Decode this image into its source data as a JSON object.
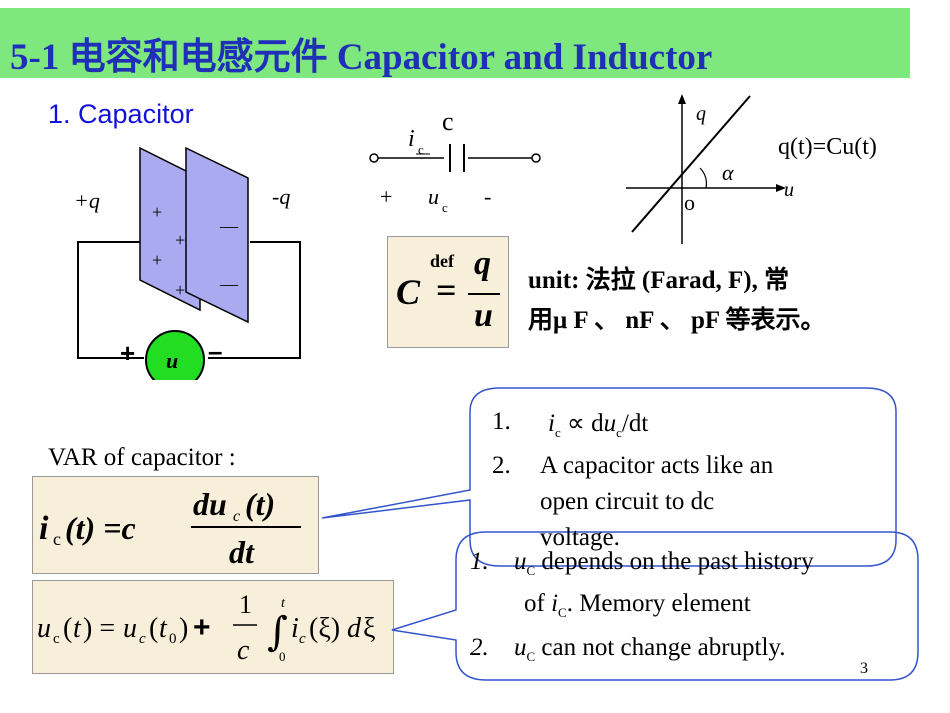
{
  "title": "5-1  电容和电感元件   Capacitor and Inductor",
  "section_heading": "1.  Capacitor",
  "capacitor_figure": {
    "plus_q": "+q",
    "minus_q": "-q",
    "source_label": "u",
    "source_plus": "+",
    "source_minus": "–",
    "plate_plus_signs": [
      "+",
      "+",
      "+",
      "+"
    ],
    "plate_minus_signs": [
      "—",
      "—"
    ]
  },
  "symbol_figure": {
    "c_label": "c",
    "i_label": "i",
    "i_sub": "c",
    "u_label": "u",
    "u_sub": "c",
    "plus": "+",
    "minus": "-"
  },
  "qu_graph": {
    "q_axis": "q",
    "u_axis": "u",
    "alpha": "α",
    "origin": "o",
    "relation": "q(t)=Cu(t)"
  },
  "definition_formula": {
    "lhs": "C",
    "def": "def",
    "numerator": "q",
    "denominator": "u"
  },
  "unit_text": {
    "line1": "unit:  法拉 (Farad, F),  常",
    "line2": "用μ F 、 nF 、 pF 等表示。"
  },
  "var_label": "VAR of  capacitor :",
  "formula_current": "ic(t) = c duc(t)/dt",
  "formula_voltage": "uc(t) = uc(t0) + 1/c ∫ ic(ξ)dξ",
  "callout_1": {
    "item1_num": "1.",
    "item1": "ic ∝ duc/dt",
    "item2_num": "2.",
    "item2_line1": "A capacitor acts like an",
    "item2_line2": "open circuit to dc",
    "item2_line3": "voltage."
  },
  "callout_2": {
    "item1_num": "1.",
    "item1_line1": "uC depends on the past history",
    "item1_line2": "of iC. Memory element",
    "item2_num": "2.",
    "item2": "uC can not change abruptly."
  },
  "page_number": "3",
  "colors": {
    "title_bg": "#7ee87e",
    "title_text": "#1f2fb8",
    "heading_text": "#1212d8",
    "plate_fill": "#aaaaf0",
    "source_fill": "#22dd22",
    "callout_border": "#3355cc",
    "formula_bg": "#f7efd9"
  }
}
